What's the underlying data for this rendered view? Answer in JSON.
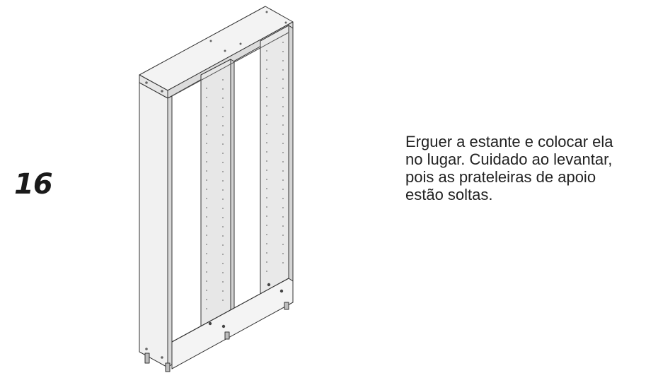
{
  "step": {
    "number": "16"
  },
  "instruction": {
    "lines": [
      "Erguer a estante e colocar ela",
      "no lugar. Cuidado ao levantar,",
      "pois as prateleiras de apoio",
      "estão soltas."
    ]
  },
  "illustration": {
    "subject": "bookcase-frame-upright"
  },
  "colors": {
    "line": "#333333",
    "panel_face": "#ececec",
    "panel_side": "#f6f6f6",
    "back_area": "#ffffff"
  }
}
